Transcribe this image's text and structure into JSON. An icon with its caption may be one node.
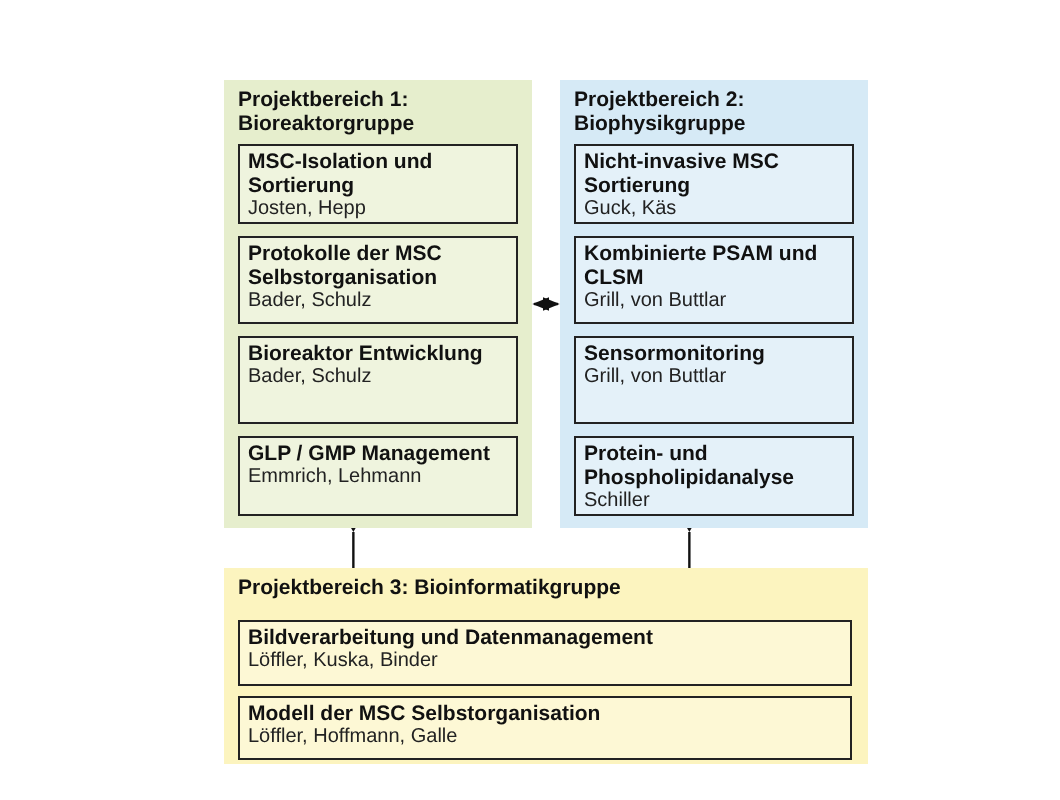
{
  "diagram": {
    "nodes": [
      {
        "text": [
          "Projektbereich 1: Bioreaktorgruppe"
        ]
      },
      {
        "text": [
          "MSC-Isolation und Sortierung",
          "Josten, Hepp"
        ],
        "in": 0
      },
      {
        "text": [
          "Protokolle der MSC Selbstorganisation",
          "Bader, Schulz"
        ],
        "in": 0
      },
      {
        "text": [
          "Bioreaktor Entwicklung",
          "Bader, Schulz"
        ],
        "in": 0
      },
      {
        "text": [
          "GLP / GMP Management",
          "Emmrich, Lehmann"
        ],
        "in": 0
      },
      {
        "text": [
          "Projektbereich 2: Biophysikgruppe"
        ]
      },
      {
        "text": [
          "Nicht-invasive MSC Sortierung",
          "Guck, Käs"
        ],
        "in": 5
      },
      {
        "text": [
          "Kombinierte PSAM und CLSM",
          "Grill, von Buttlar"
        ],
        "in": 5
      },
      {
        "text": [
          "Sensormonitoring",
          "Grill, von Buttlar"
        ],
        "in": 5
      },
      {
        "text": [
          "Protein- und Phospholipidanalyse",
          "Schiller"
        ],
        "in": 5
      },
      {
        "text": [
          "Projektbereich 3: Bioinformatikgruppe"
        ]
      },
      {
        "text": [
          "Bildverarbeitung und Datenmanagement",
          "Löffler, Kuska, Binder"
        ],
        "in": 10
      },
      {
        "text": [
          "Modell der MSC Selbstorganisation",
          "Löffler, Hoffmann, Galle"
        ],
        "in": 10
      }
    ],
    "edges": [
      {
        "from": 0,
        "to": 5,
        "arrow": "both"
      },
      {
        "from": 0,
        "to": 10,
        "arrow": "other"
      },
      {
        "from": 5,
        "to": 10,
        "arrow": "other"
      }
    ]
  }
}
